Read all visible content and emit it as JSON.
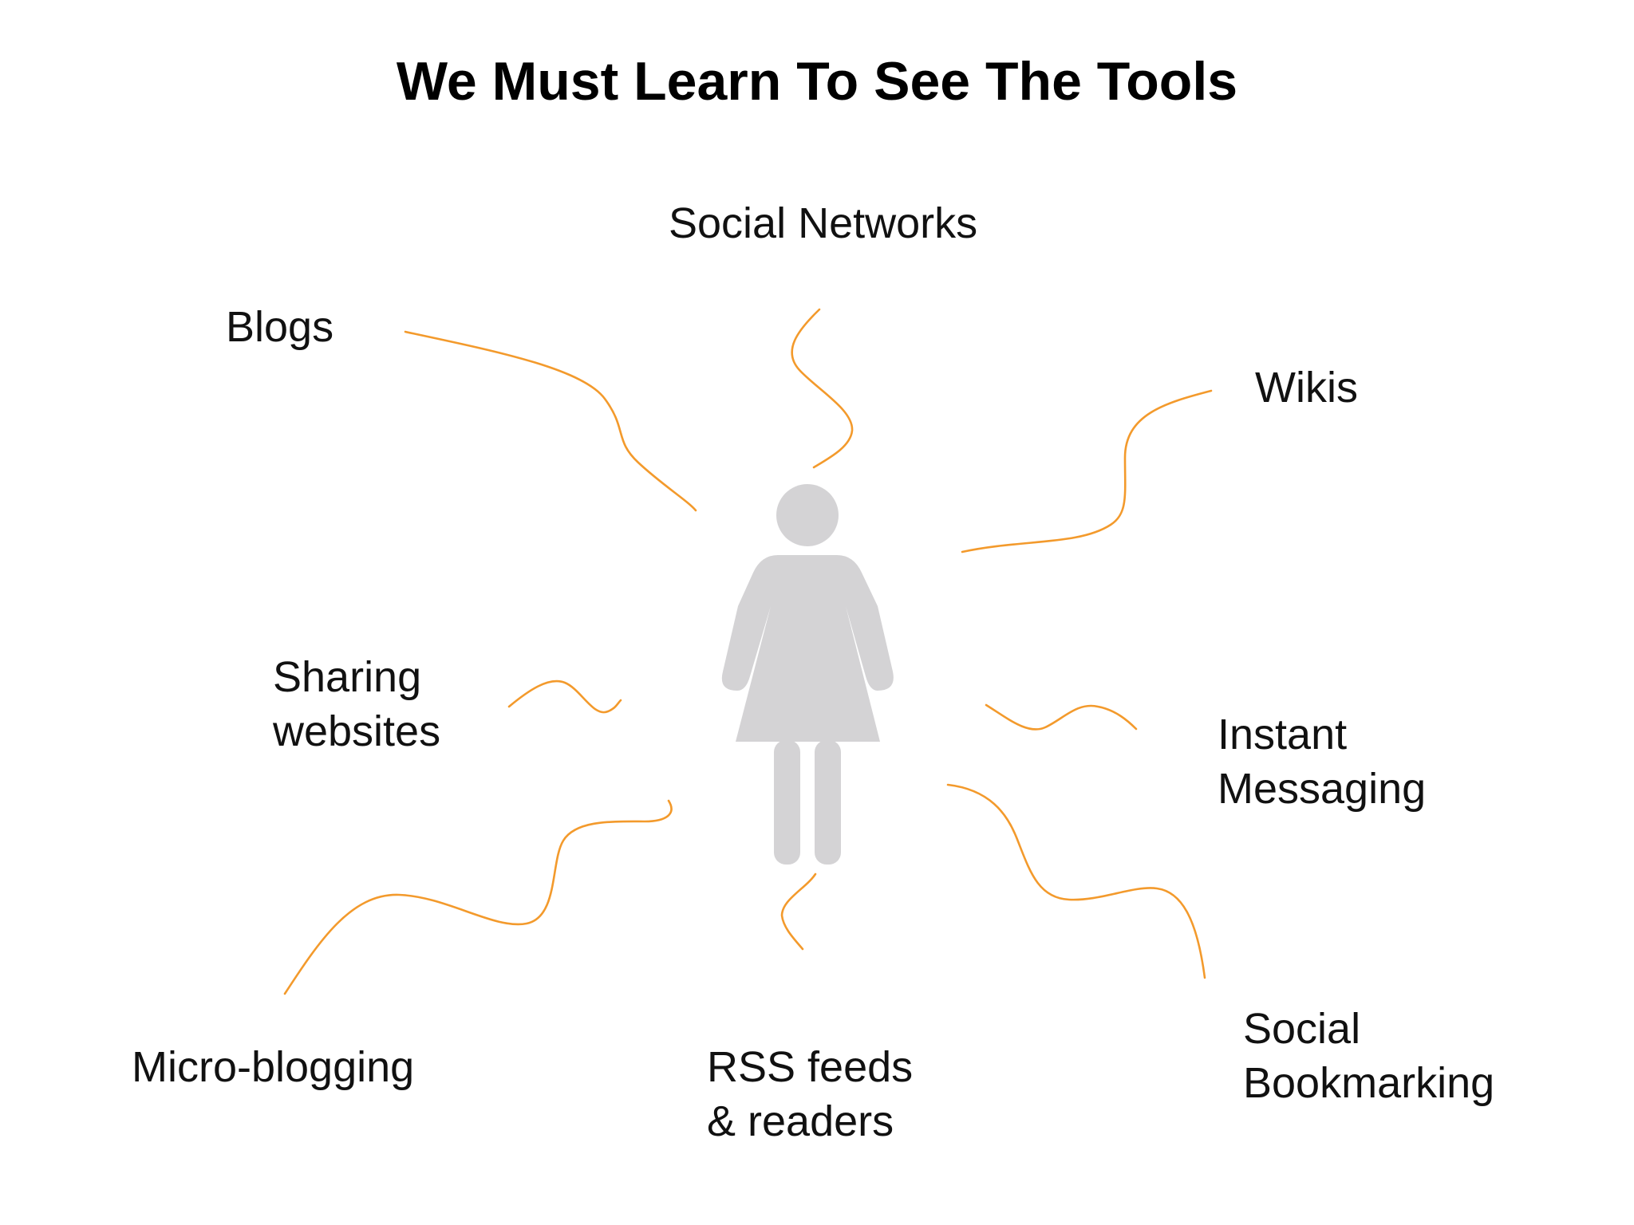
{
  "title": "We Must Learn To See The Tools",
  "colors": {
    "connector": "#F39A2C",
    "figure": "#D4D3D5",
    "text": "#111111",
    "background": "#FFFFFF"
  },
  "center_icon": "woman-figure-icon",
  "tools": {
    "social_networks": {
      "lines": [
        "Social Networks"
      ]
    },
    "blogs": {
      "lines": [
        "Blogs"
      ]
    },
    "wikis": {
      "lines": [
        "Wikis"
      ]
    },
    "sharing_websites": {
      "lines": [
        "Sharing",
        "websites"
      ]
    },
    "instant_messaging": {
      "lines": [
        "Instant",
        "Messaging"
      ]
    },
    "micro_blogging": {
      "lines": [
        "Micro-blogging"
      ]
    },
    "rss_feeds": {
      "lines": [
        "RSS feeds",
        "& readers"
      ]
    },
    "social_bookmarking": {
      "lines": [
        "Social",
        "Bookmarking"
      ]
    }
  }
}
